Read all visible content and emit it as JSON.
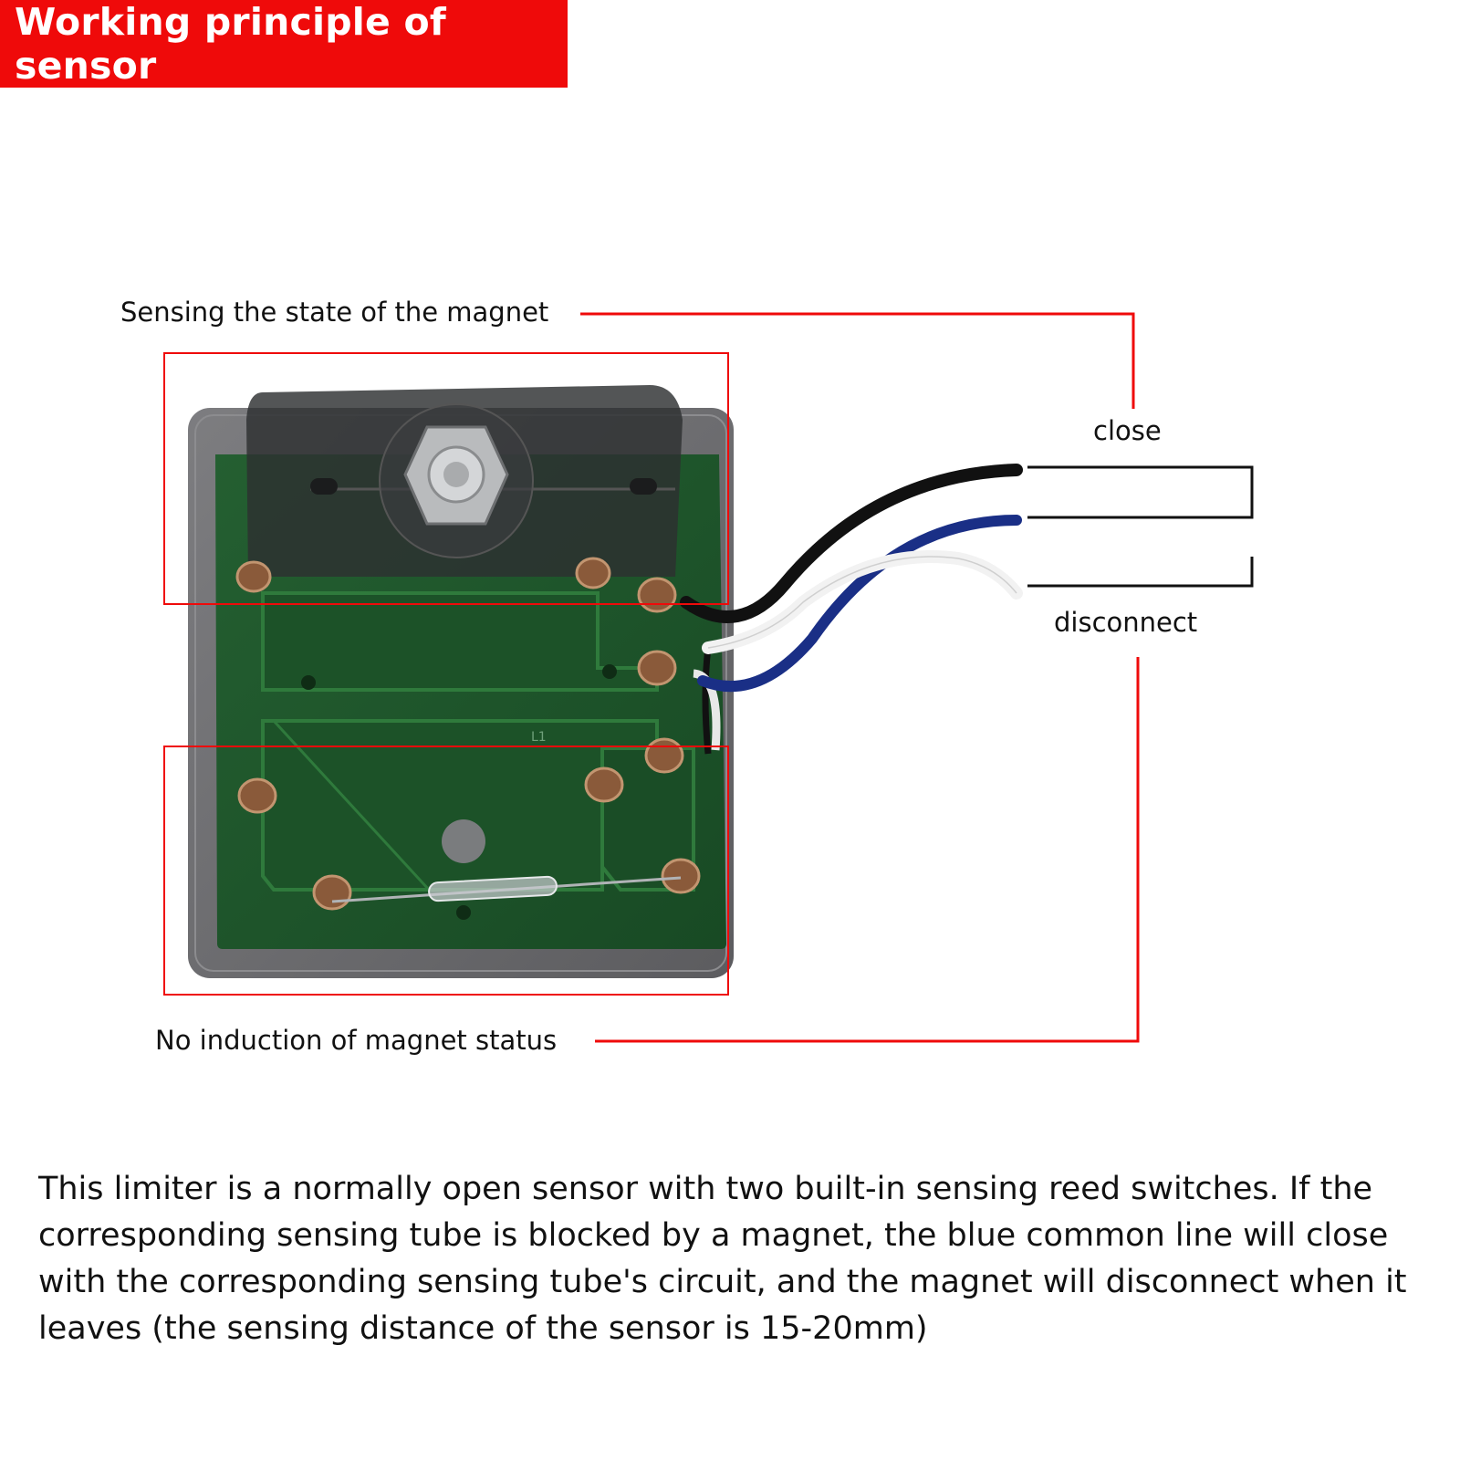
{
  "title": "Working principle of sensor",
  "labels": {
    "sensing_state": "Sensing the state of the magnet",
    "no_induction": "No induction of magnet status",
    "close": "close",
    "disconnect": "disconnect"
  },
  "description": "This limiter is a normally open sensor with two built-in sensing reed switches. If the corresponding sensing tube is blocked by a magnet, the blue common line will close with the corresponding sensing tube's circuit, and the magnet will disconnect when it leaves (the sensing distance of the sensor is 15-20mm)",
  "pcb_marking": "L1",
  "colors": {
    "accent": "#ef0a0a",
    "pcb": "#1f5a2c",
    "housing": "#6e6e70",
    "wire_black": "#111111",
    "wire_blue": "#1a2f86",
    "wire_white": "#f2f2f2"
  }
}
